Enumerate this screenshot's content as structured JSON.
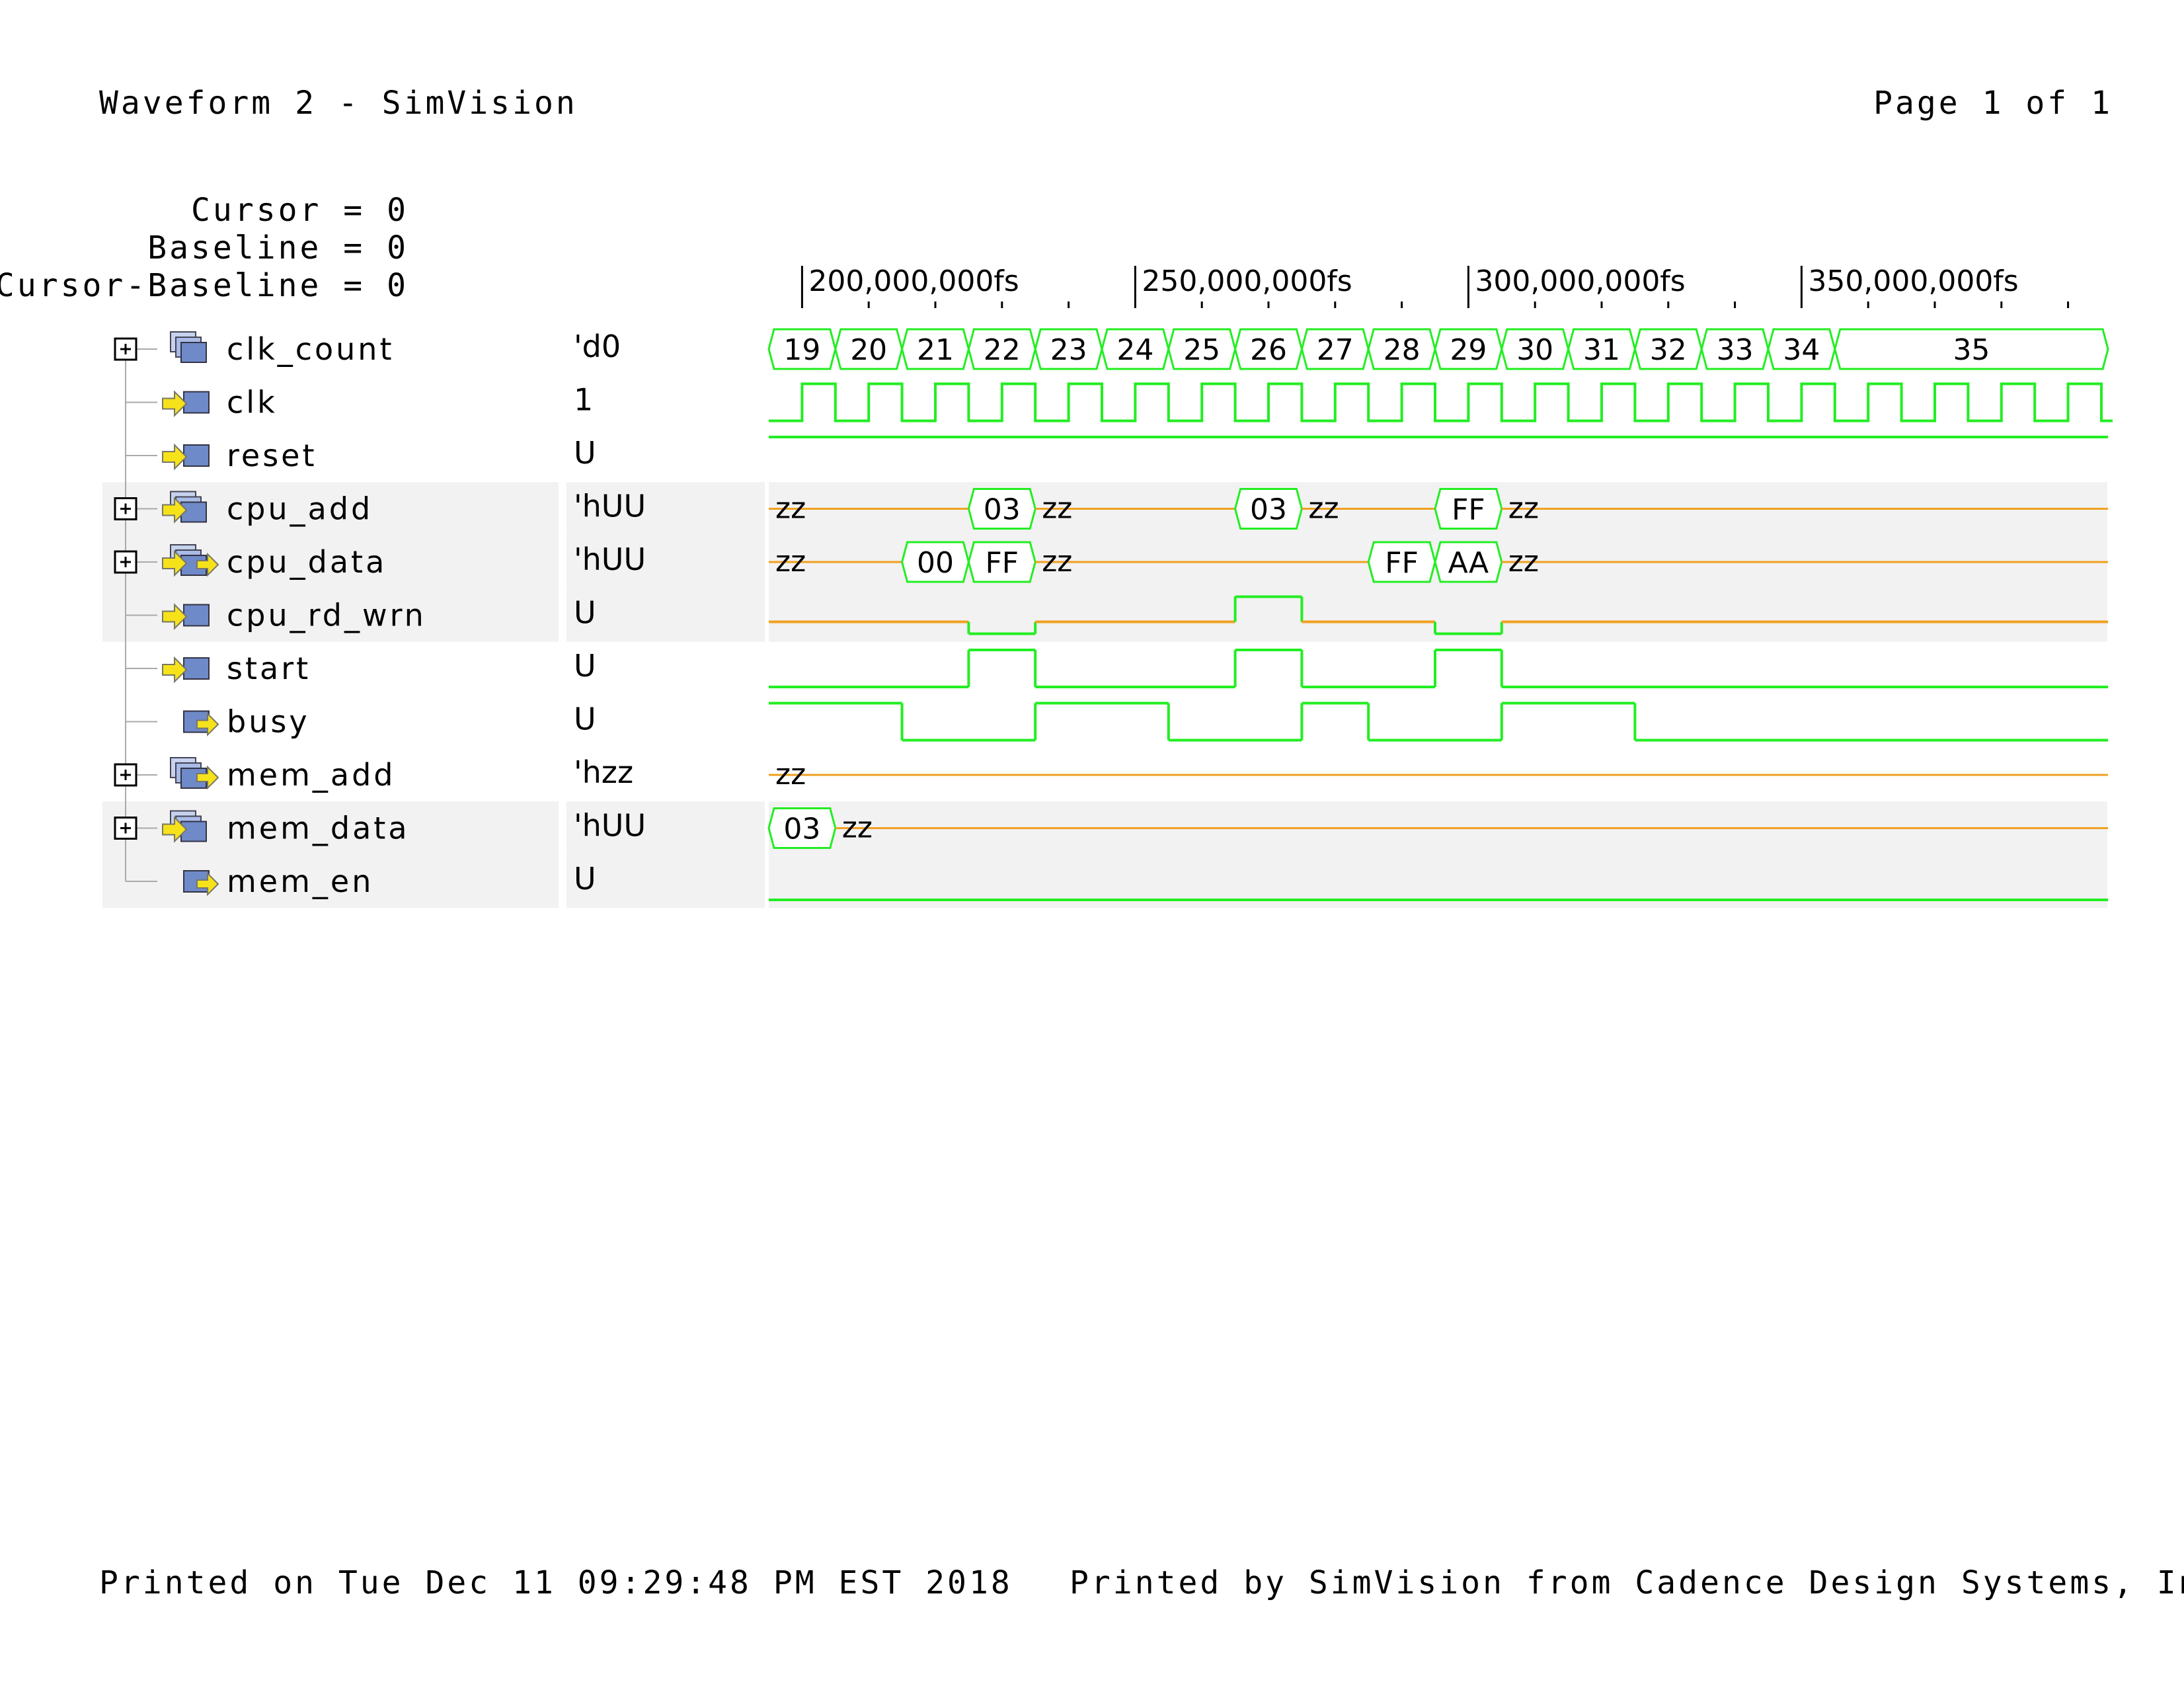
{
  "header": {
    "title": "Waveform 2 - SimVision",
    "page": "Page 1 of 1"
  },
  "cursor": {
    "cursor": "Cursor = 0",
    "baseline": "Baseline = 0",
    "cursor_minus_baseline": "Cursor-Baseline = 0"
  },
  "ruler": {
    "labels": [
      "200,000,000fs",
      "250,000,000fs",
      "300,000,000fs",
      "350,000,000fs"
    ]
  },
  "colors": {
    "bit": "#22ee22",
    "bus_z": "#f0a020",
    "highlight": "#f2f2f2"
  },
  "chart_data": {
    "type": "waveform",
    "time_unit": "fs",
    "ruler_labels": [
      "200,000,000fs",
      "250,000,000fs",
      "300,000,000fs",
      "350,000,000fs"
    ],
    "signals": [
      {
        "name": "clk_count",
        "value": "'d0",
        "expandable": true,
        "icon": "bus-register-icon",
        "kind": "bus",
        "segments": [
          [
            "19",
            195000000.0,
            205000000.0
          ],
          [
            "20",
            205000000.0,
            215000000.0
          ],
          [
            "21",
            215000000.0,
            225000000.0
          ],
          [
            "22",
            225000000.0,
            235000000.0
          ],
          [
            "23",
            235000000.0,
            245000000.0
          ],
          [
            "24",
            245000000.0,
            255000000.0
          ],
          [
            "25",
            255000000.0,
            265000000.0
          ],
          [
            "26",
            265000000.0,
            275000000.0
          ],
          [
            "27",
            275000000.0,
            285000000.0
          ],
          [
            "28",
            285000000.0,
            295000000.0
          ],
          [
            "29",
            295000000.0,
            305000000.0
          ],
          [
            "30",
            305000000.0,
            315000000.0
          ],
          [
            "31",
            315000000.0,
            325000000.0
          ],
          [
            "32",
            325000000.0,
            335000000.0
          ],
          [
            "33",
            335000000.0,
            345000000.0
          ],
          [
            "34",
            345000000.0,
            355000000.0
          ],
          [
            "35",
            355000000.0,
            396000000.0
          ]
        ]
      },
      {
        "name": "clk",
        "value": "1",
        "icon": "input-arrow-icon",
        "kind": "clock",
        "start": 195000000.0,
        "half_period": 5000000.0,
        "initial": 0
      },
      {
        "name": "reset",
        "value": "U",
        "icon": "input-arrow-icon",
        "kind": "bit",
        "transitions": [
          [
            195000000.0,
            1
          ]
        ]
      },
      {
        "name": "cpu_add",
        "value": "'hUU",
        "expandable": true,
        "highlighted": true,
        "icon": "input-bus-icon",
        "kind": "bus",
        "segments": [
          [
            "zz",
            195000000.0,
            225000000.0,
            "z"
          ],
          [
            "03",
            225000000.0,
            235000000.0
          ],
          [
            "zz",
            235000000.0,
            265000000.0,
            "z"
          ],
          [
            "03",
            265000000.0,
            275000000.0
          ],
          [
            "zz",
            275000000.0,
            295000000.0,
            "z"
          ],
          [
            "FF",
            295000000.0,
            305000000.0
          ],
          [
            "zz",
            305000000.0,
            396000000.0,
            "z"
          ]
        ]
      },
      {
        "name": "cpu_data",
        "value": "'hUU",
        "expandable": true,
        "highlighted": true,
        "icon": "inout-bus-icon",
        "kind": "bus",
        "segments": [
          [
            "zz",
            195000000.0,
            215000000.0,
            "z"
          ],
          [
            "00",
            215000000.0,
            225000000.0
          ],
          [
            "FF",
            225000000.0,
            235000000.0
          ],
          [
            "zz",
            235000000.0,
            285000000.0,
            "z"
          ],
          [
            "FF",
            285000000.0,
            295000000.0
          ],
          [
            "AA",
            295000000.0,
            305000000.0
          ],
          [
            "zz",
            305000000.0,
            396000000.0,
            "z"
          ]
        ]
      },
      {
        "name": "cpu_rd_wrn",
        "value": "U",
        "highlighted": true,
        "icon": "input-arrow-icon",
        "kind": "bit",
        "mid": true,
        "transitions": [
          [
            195000000.0,
            "m"
          ],
          [
            225000000.0,
            0
          ],
          [
            235000000.0,
            "m"
          ],
          [
            265000000.0,
            1
          ],
          [
            275000000.0,
            "m"
          ],
          [
            295000000.0,
            0
          ],
          [
            305000000.0,
            "m"
          ]
        ]
      },
      {
        "name": "start",
        "value": "U",
        "icon": "input-arrow-icon",
        "kind": "bit",
        "transitions": [
          [
            195000000.0,
            0
          ],
          [
            225000000.0,
            1
          ],
          [
            235000000.0,
            0
          ],
          [
            265000000.0,
            1
          ],
          [
            275000000.0,
            0
          ],
          [
            295000000.0,
            1
          ],
          [
            305000000.0,
            0
          ]
        ]
      },
      {
        "name": "busy",
        "value": "U",
        "icon": "output-arrow-icon",
        "kind": "bit",
        "transitions": [
          [
            195000000.0,
            1
          ],
          [
            215000000.0,
            0
          ],
          [
            235000000.0,
            1
          ],
          [
            255000000.0,
            0
          ],
          [
            275000000.0,
            1
          ],
          [
            285000000.0,
            0
          ],
          [
            305000000.0,
            1
          ],
          [
            325000000.0,
            0
          ]
        ]
      },
      {
        "name": "mem_add",
        "value": "'hzz",
        "expandable": true,
        "icon": "output-bus-icon",
        "kind": "bus",
        "segments": [
          [
            "zz",
            195000000.0,
            396000000.0,
            "z"
          ]
        ]
      },
      {
        "name": "mem_data",
        "value": "'hUU",
        "expandable": true,
        "highlighted": true,
        "icon": "input-bus-icon",
        "kind": "bus",
        "segments": [
          [
            "03",
            195000000.0,
            205000000.0
          ],
          [
            "zz",
            205000000.0,
            396000000.0,
            "z"
          ]
        ]
      },
      {
        "name": "mem_en",
        "value": "U",
        "highlighted": true,
        "icon": "output-arrow-icon",
        "kind": "bit",
        "transitions": [
          [
            195000000.0,
            0
          ]
        ]
      }
    ]
  },
  "footer": {
    "printed_on": "Printed on Tue Dec 11 09:29:48 PM EST 2018",
    "printed_by": "Printed by SimVision from Cadence Design Systems, Inc."
  }
}
